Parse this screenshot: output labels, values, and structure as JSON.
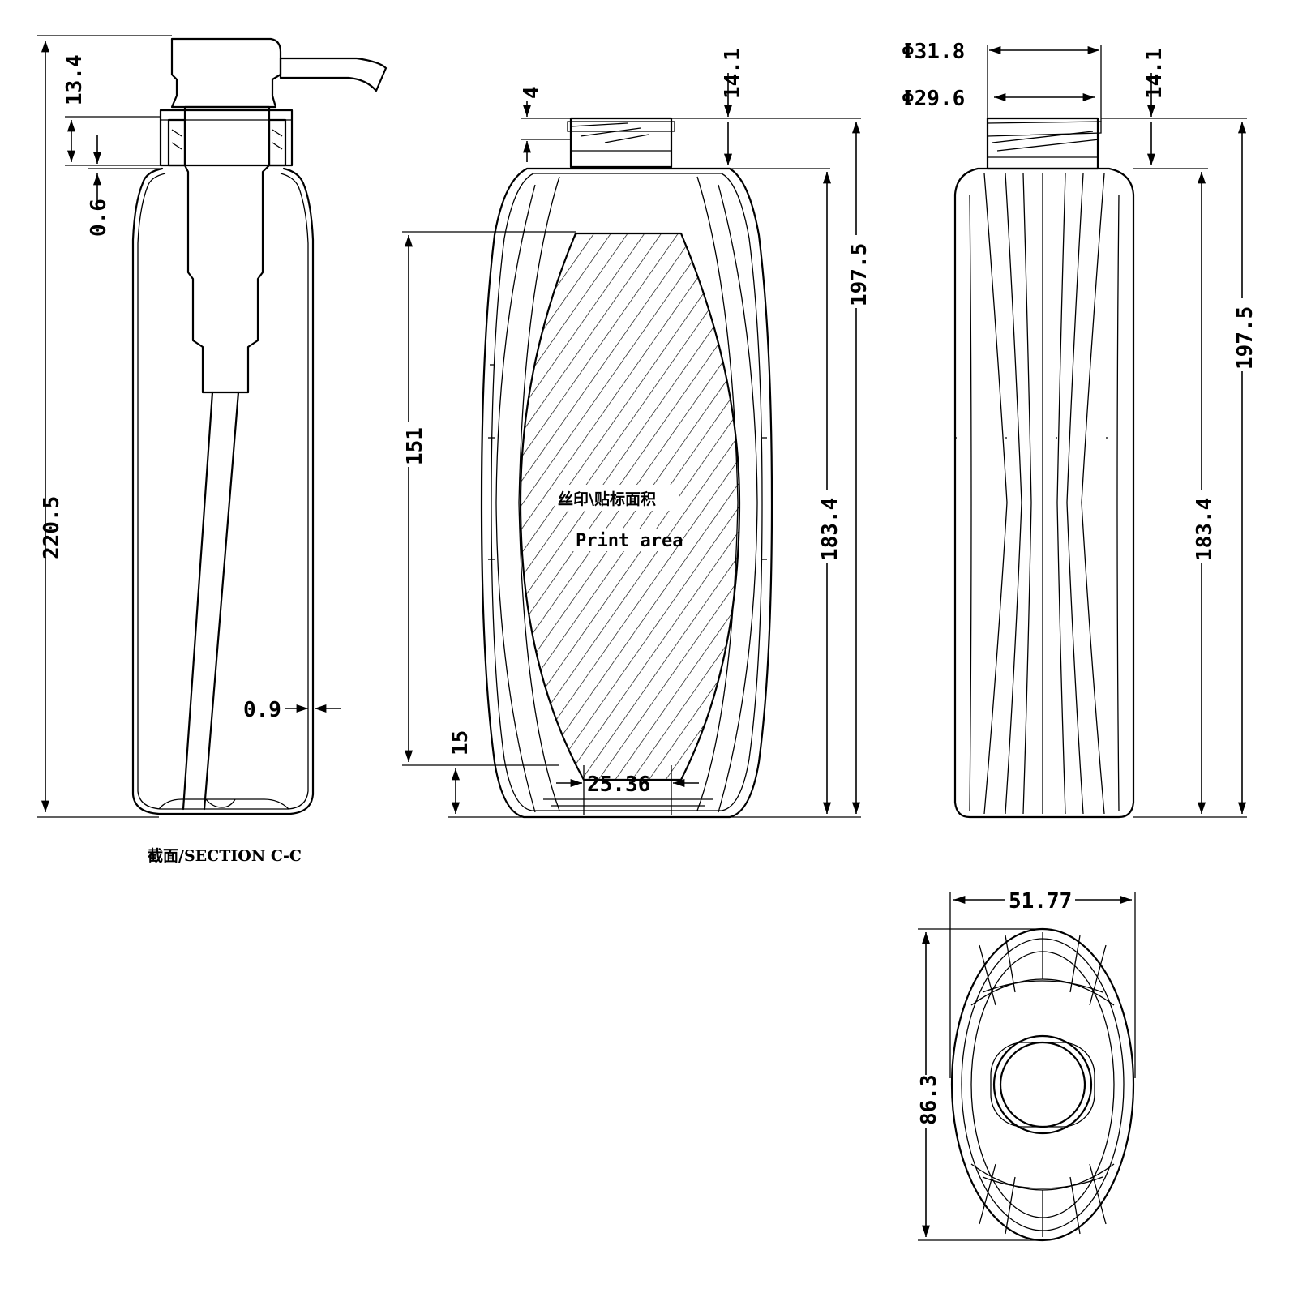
{
  "section_view": {
    "dimensions": {
      "overall_height": "220.5",
      "pump_collar": "13.4",
      "neck_gap": "0.6",
      "wall_thickness": "0.9"
    },
    "caption": "截面/SECTION  C-C"
  },
  "front_view": {
    "dimensions": {
      "neck_thread": "4",
      "neck_height": "14.1",
      "total_height": "197.5",
      "body_height": "183.4",
      "print_height": "151",
      "print_bottom_offset": "15",
      "bottom_width": "25.36"
    },
    "print_area_label_cn": "丝印\\贴标面积",
    "print_area_label_en": "Print area"
  },
  "side_view": {
    "dimensions": {
      "outer_diameter": "Φ31.8",
      "inner_diameter": "Φ29.6",
      "neck_height": "14.1",
      "total_height": "197.5",
      "body_height": "183.4"
    }
  },
  "bottom_view": {
    "dimensions": {
      "width": "51.77",
      "length": "86.3"
    }
  }
}
